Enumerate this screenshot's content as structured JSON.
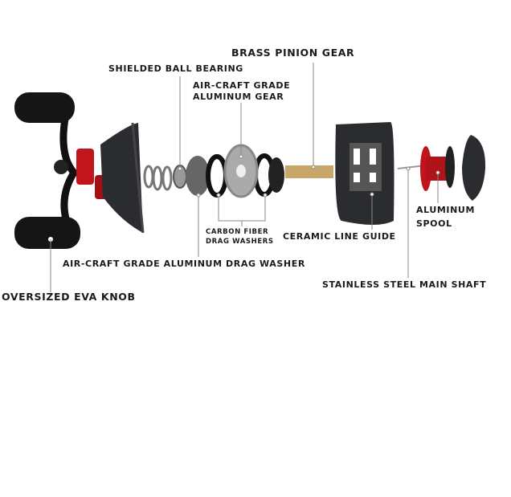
{
  "labels": {
    "brass_pinion_gear": "BRASS PINION GEAR",
    "shielded_ball_bearing": "SHIELDED BALL BEARING",
    "aluminum_gear_line1": "AIR-CRAFT GRADE",
    "aluminum_gear_line2": "ALUMINUM GEAR",
    "carbon_fiber_line1": "CARBON FIBER",
    "carbon_fiber_line2": "DRAG WASHERS",
    "ceramic_line_guide": "CERAMIC LINE GUIDE",
    "aluminum_spool_line1": "ALUMINUM",
    "aluminum_spool_line2": "SPOOL",
    "drag_washer": "AIR-CRAFT GRADE ALUMINUM DRAG WASHER",
    "main_shaft": "STAINLESS STEEL MAIN SHAFT",
    "eva_knob": "OVERSIZED EVA KNOB"
  },
  "colors": {
    "accent_red": "#c0151c",
    "body": "#2a2c30",
    "brass": "#c8a66a",
    "leader": "#888888"
  }
}
